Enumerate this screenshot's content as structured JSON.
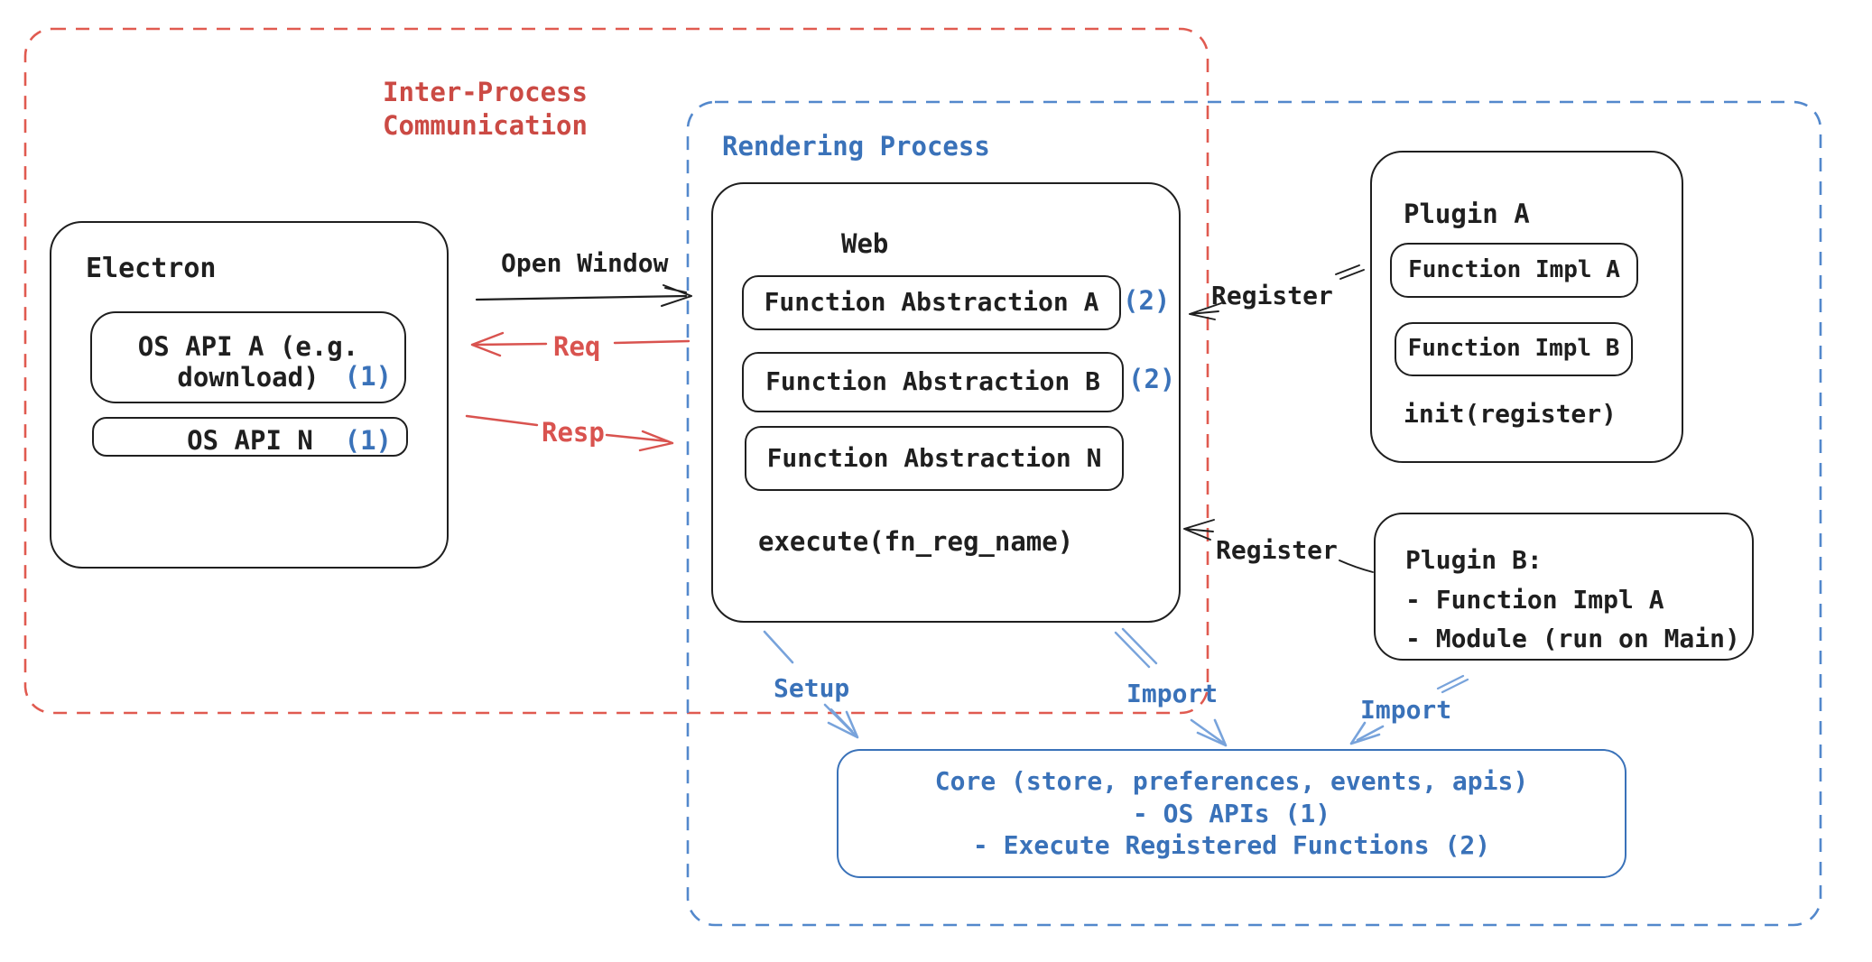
{
  "diagram": {
    "ipc": {
      "line1": "Inter-Process",
      "line2": "Communication"
    },
    "rendering": {
      "label": "Rendering Process"
    },
    "electron": {
      "title": "Electron",
      "api_a_line1": "OS API A (e.g.",
      "api_a_line2": "download)",
      "api_a_ref": "(1)",
      "api_n_label": "OS API N",
      "api_n_ref": "(1)"
    },
    "web": {
      "title": "Web",
      "abstraction_a": "Function Abstraction A",
      "abstraction_a_ref": "(2)",
      "abstraction_b": "Function Abstraction B",
      "abstraction_b_ref": "(2)",
      "abstraction_n": "Function Abstraction N",
      "execute_label": "execute(fn_reg_name)"
    },
    "plugin_a": {
      "title": "Plugin A",
      "impl_a": "Function Impl A",
      "impl_b": "Function Impl B",
      "init_label": "init(register)"
    },
    "plugin_b": {
      "title": "Plugin B:",
      "item_1": "- Function Impl A",
      "item_2": "- Module (run on Main)"
    },
    "core": {
      "line1": "Core (store, preferences, events, apis)",
      "line2": "- OS APIs (1)",
      "line3": "- Execute Registered Functions (2)"
    },
    "labels": {
      "open_window": "Open Window",
      "req": "Req",
      "resp": "Resp",
      "register_plugin_a": "Register",
      "register_plugin_b": "Register",
      "setup": "Setup",
      "import_web": "Import",
      "import_plugin_b": "Import"
    },
    "colors": {
      "ink": "#1f1f1f",
      "red_label": "#cb4a44",
      "red_arrow": "#d9534f",
      "red_dash": "#e05a50",
      "blue_text": "#3a72b9",
      "blue_dash": "#5388cc",
      "blue_arrow": "#78a3db"
    }
  }
}
